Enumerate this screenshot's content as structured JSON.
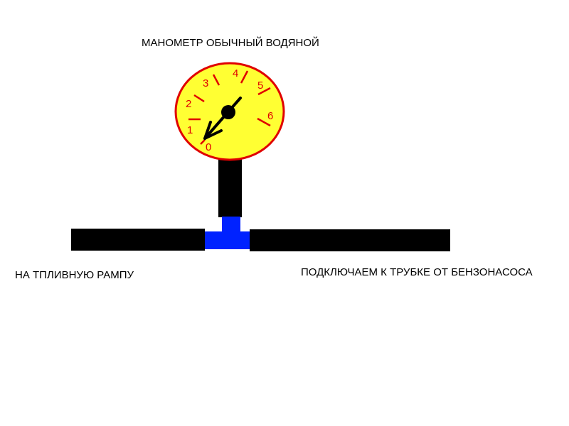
{
  "title": "МАНОМЕТР ОБЫЧНЫЙ ВОДЯНОЙ",
  "left_label": "НА ТПЛИВНУЮ РАМПУ",
  "right_label": "ПОДКЛЮЧАЕМ К ТРУБКЕ ОТ БЕНЗОНАСОСА",
  "gauge": {
    "scale_labels": [
      "0",
      "1",
      "2",
      "3",
      "4",
      "5",
      "6"
    ],
    "reading": 0,
    "face_color": "#ffff33",
    "rim_color": "#e00000"
  },
  "colors": {
    "pipe": "#000000",
    "tee": "#0022ff"
  }
}
